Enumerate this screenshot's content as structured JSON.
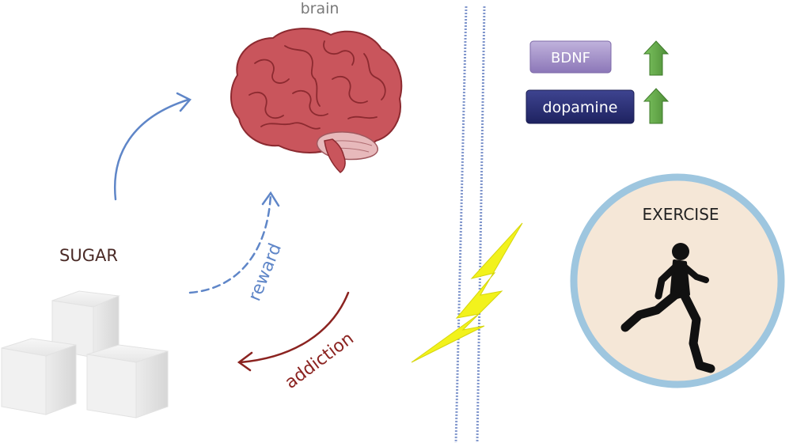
{
  "labels": {
    "brain": "brain",
    "sugar": "SUGAR",
    "reward": "reward",
    "addiction": "addiction",
    "exercise": "EXERCISE",
    "bdnf": "BDNF",
    "dopamine": "dopamine"
  },
  "colors": {
    "blue_arrow": "#5f86c8",
    "addiction_arrow": "#8b2320",
    "brain_fill": "#c9555c",
    "brain_stroke": "#8c2a30",
    "bdnf_box": "#9a86c2",
    "dopamine_box": "#2a2f73",
    "up_arrow": "#63a84a",
    "lightning": "#f2f21c",
    "divider": "#7f95cc",
    "exercise_fill": "#f5e7d7",
    "exercise_ring": "#9ec6df"
  },
  "icons": {
    "brain": "brain-icon",
    "sugar": "sugar-cubes-icon",
    "runner": "runner-icon",
    "lightning": "lightning-icon",
    "up_arrow": "up-arrow-icon"
  }
}
